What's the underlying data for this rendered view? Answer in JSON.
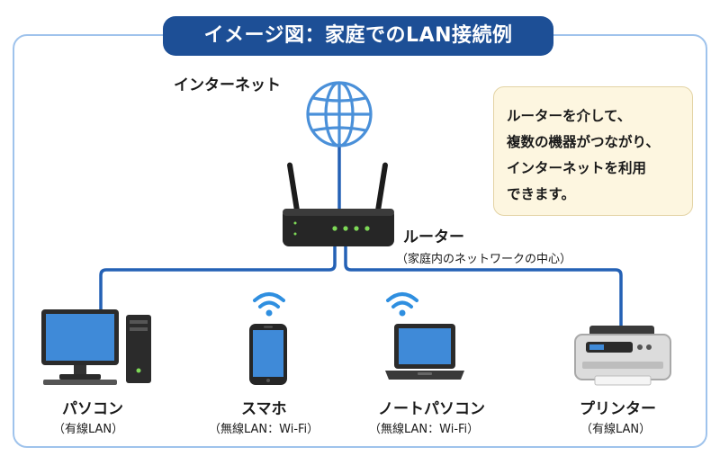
{
  "title": "イメージ図：家庭でのLAN接続例",
  "internet": {
    "label": "インターネット"
  },
  "router": {
    "label": "ルーター",
    "sublabel": "（家庭内のネットワークの中心）"
  },
  "note": {
    "lines": [
      "ルーターを介して、",
      "複数の機器がつながり、",
      "インターネットを利用",
      "できます。"
    ]
  },
  "devices": [
    {
      "label": "パソコン",
      "sublabel": "（有線LAN）",
      "icon": "desktop-pc-icon",
      "connection": "wired"
    },
    {
      "label": "スマホ",
      "sublabel": "（無線LAN：Wi-Fi）",
      "icon": "smartphone-icon",
      "connection": "wifi"
    },
    {
      "label": "ノートパソコン",
      "sublabel": "（無線LAN：Wi-Fi）",
      "icon": "laptop-icon",
      "connection": "wifi"
    },
    {
      "label": "プリンター",
      "sublabel": "（有線LAN）",
      "icon": "printer-icon",
      "connection": "wired"
    }
  ],
  "colors": {
    "title_bg": "#1d4f96",
    "frame_border": "#9fc3ec",
    "wire": "#2461b5",
    "wifi": "#2f8fe0",
    "globe": "#4a90d9",
    "note_bg": "#fdf6e0"
  }
}
